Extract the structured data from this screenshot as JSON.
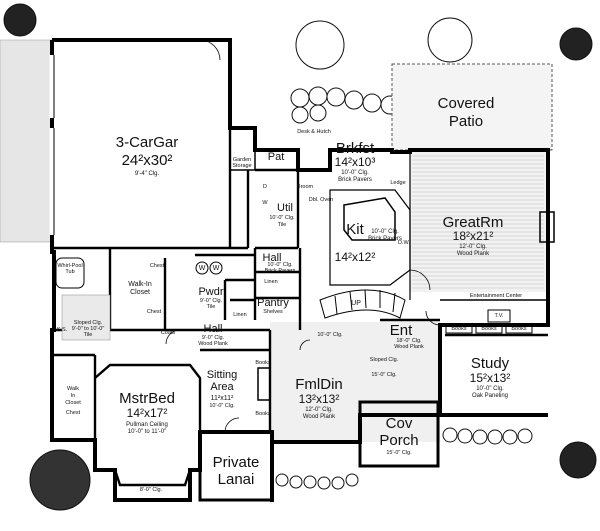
{
  "rooms": {
    "garage": {
      "name": "3-CarGar",
      "dims": "24²x30²",
      "ceiling": "9'-4\" Clg."
    },
    "covered_patio": {
      "name": "Covered",
      "name2": "Patio"
    },
    "breakfast": {
      "name": "Brkfst",
      "dims": "14²x10³",
      "ceiling": "10'-0\" Clg.",
      "floor": "Brick Pavers"
    },
    "kitchen": {
      "name": "Kit",
      "dims": "14²x12²",
      "ceiling": "10'-0\" Clg.",
      "floor": "Brick Pavers"
    },
    "great_room": {
      "name": "GreatRm",
      "dims": "18²x21²",
      "ceiling": "12'-0\" Clg.",
      "floor": "Wood Plank"
    },
    "utility": {
      "name": "Util",
      "ceiling": "10'-0\" Clg.",
      "floor": "Tile"
    },
    "hall_upper": {
      "name": "Hall",
      "ceiling": "10'-0\" Clg.",
      "floor": "Brick Pavers"
    },
    "pat": {
      "name": "Pat"
    },
    "powder": {
      "name": "Pwdr",
      "ceiling": "9'-0\" Clg.",
      "floor": "Tile"
    },
    "pantry": {
      "name": "Pantry",
      "floor": "Shelves"
    },
    "hall_lower": {
      "name": "Hall",
      "ceiling": "9'-0\" Clg.",
      "floor": "Wood Plank"
    },
    "entry": {
      "name": "Ent",
      "ceiling": "18'-0\" Clg.",
      "floor": "Wood Plank"
    },
    "study": {
      "name": "Study",
      "dims": "15²x13²",
      "ceiling": "10'-0\" Clg.",
      "floor": "Oak Paneling"
    },
    "master_bed": {
      "name": "MstrBed",
      "dims": "14²x17²",
      "ceiling": "Pullman Ceiling",
      "ceiling2": "10'-0\" to 11'-0\""
    },
    "sitting": {
      "name": "Sitting",
      "name2": "Area",
      "dims": "11²x11²",
      "ceiling": "10'-0\" Clg."
    },
    "family_dining": {
      "name": "FmlDin",
      "dims": "13²x13²",
      "ceiling": "12'-0\" Clg.",
      "floor": "Wood Plank"
    },
    "cov_porch": {
      "name": "Cov",
      "name2": "Porch"
    },
    "private_lanai": {
      "name": "Private",
      "name2": "Lanai"
    },
    "walk_in_closet": {
      "name": "Walk-In",
      "name2": "Closet"
    },
    "walk_in_closet_left": {
      "name": "Walk",
      "name2": "In",
      "name3": "Closet"
    },
    "master_bath": {
      "name": "Sloped Clg.",
      "ceiling": "9'-0\" to 10'-0\"",
      "floor": "Tile"
    }
  },
  "labels": {
    "garden_storage": "Garden Storage",
    "desk_hutch": "Desk & Hutch",
    "broom": "Broom",
    "dbl_oven": "Dbl. Oven",
    "linen_1": "Linen",
    "linen_2": "Linen",
    "coats": "Coats",
    "chest_1": "Chest",
    "chest_2": "Chest",
    "chest_3": "Chest",
    "entertainment_center": "Entertainment Center",
    "tv": "T.V.",
    "books_1": "Books",
    "books_2": "Books",
    "books_3": "Books",
    "books_side_1": "Books",
    "books_side_2": "Books",
    "ledge": "Ledge",
    "dw": "D.W.",
    "whirlpool": "Whirl-Pool Tub",
    "ks": "K.S.",
    "washer": "W",
    "dryer": "D",
    "wash_1": "W",
    "wash_2": "W",
    "up": "UP",
    "sloped_ceiling": "Sloped Clg.",
    "sloped_ceiling_ent": "15'-0\" Clg.",
    "fmldin_entry_clg": "10'-0\" Clg.",
    "porch_ceiling": "15'-0\" Clg.",
    "bay_ceiling": "8'-0\" Clg."
  }
}
